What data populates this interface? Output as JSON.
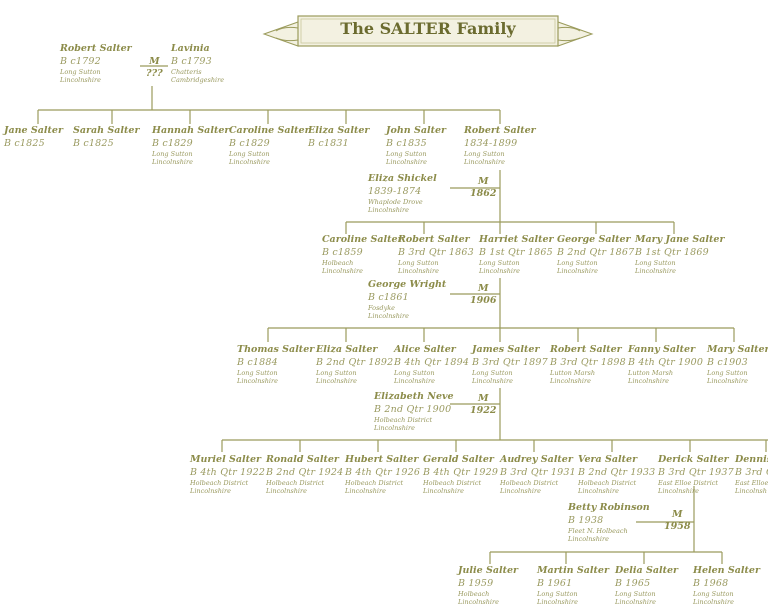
{
  "title": "The SALTER Family",
  "colors": {
    "line": "#9b9b5c",
    "text": "#8c8c4a",
    "banner_fill": "#f3f1e1",
    "banner_stroke": "#9b9b5c"
  },
  "couples": [
    {
      "id": "gen1",
      "marker": "M",
      "date": "???"
    },
    {
      "id": "gen2",
      "marker": "M",
      "date": "1862"
    },
    {
      "id": "gen3",
      "marker": "M",
      "date": "1906"
    },
    {
      "id": "gen4",
      "marker": "M",
      "date": "1922"
    },
    {
      "id": "gen5",
      "marker": "M",
      "date": "1958"
    }
  ],
  "people": [
    {
      "id": "p-robert-1792",
      "name": "Robert Salter",
      "date": "B c1792",
      "place": [
        "Long Sutton",
        "Lincolnshire"
      ]
    },
    {
      "id": "p-lavinia",
      "name": "Lavinia",
      "date": "B c1793",
      "place": [
        "Chatteris",
        "Cambridgeshire"
      ]
    },
    {
      "id": "p-jane",
      "name": "Jane Salter",
      "date": "B c1825",
      "place": []
    },
    {
      "id": "p-sarah",
      "name": "Sarah Salter",
      "date": "B c1825",
      "place": []
    },
    {
      "id": "p-hannah",
      "name": "Hannah Salter",
      "date": "B c1829",
      "place": [
        "Long Sutton",
        "Lincolnshire"
      ]
    },
    {
      "id": "p-caroline-1829",
      "name": "Caroline Salter",
      "date": "B c1829",
      "place": [
        "Long Sutton",
        "Lincolnshire"
      ]
    },
    {
      "id": "p-eliza-1831",
      "name": "Eliza Salter",
      "date": "B c1831",
      "place": []
    },
    {
      "id": "p-john",
      "name": "John Salter",
      "date": "B c1835",
      "place": [
        "Long Sutton",
        "Lincolnshire"
      ]
    },
    {
      "id": "p-robert-1834",
      "name": "Robert Salter",
      "date": "1834-1899",
      "place": [
        "Long Sutton",
        "Lincolnshire"
      ]
    },
    {
      "id": "p-eliza-shickel",
      "name": "Eliza Shickel",
      "date": "1839-1874",
      "place": [
        "Whaplode Drove",
        "Lincolnshire"
      ]
    },
    {
      "id": "p-caroline-1859",
      "name": "Caroline Salter",
      "date": "B c1859",
      "place": [
        "Holbeach",
        "Lincolnshire"
      ]
    },
    {
      "id": "p-robert-1863",
      "name": "Robert Salter",
      "date": "B 3rd Qtr 1863",
      "place": [
        "Long Sutton",
        "Lincolnshire"
      ]
    },
    {
      "id": "p-harriet",
      "name": "Harriet Salter",
      "date": "B 1st Qtr 1865",
      "place": [
        "Long Sutton",
        "Lincolnshire"
      ]
    },
    {
      "id": "p-george-1867",
      "name": "George Salter",
      "date": "B 2nd Qtr 1867",
      "place": [
        "Long Sutton",
        "Lincolnshire"
      ]
    },
    {
      "id": "p-maryjane",
      "name": "Mary Jane Salter",
      "date": "B 1st Qtr 1869",
      "place": [
        "Long Sutton",
        "Lincolnshire"
      ]
    },
    {
      "id": "p-george-wright",
      "name": "George Wright",
      "date": "B c1861",
      "place": [
        "Fosdyke",
        "Lincolnshire"
      ]
    },
    {
      "id": "p-thomas",
      "name": "Thomas Salter",
      "date": "B c1884",
      "place": [
        "Long Sutton",
        "Lincolnshire"
      ]
    },
    {
      "id": "p-eliza-1892",
      "name": "Eliza Salter",
      "date": "B 2nd Qtr 1892",
      "place": [
        "Long Sutton",
        "Lincolnshire"
      ]
    },
    {
      "id": "p-alice",
      "name": "Alice Salter",
      "date": "B 4th Qtr 1894",
      "place": [
        "Long Sutton",
        "Lincolnshire"
      ]
    },
    {
      "id": "p-james",
      "name": "James Salter",
      "date": "B 3rd Qtr 1897",
      "place": [
        "Long Sutton",
        "Lincolnshire"
      ]
    },
    {
      "id": "p-robert-1898",
      "name": "Robert Salter",
      "date": "B 3rd Qtr 1898",
      "place": [
        "Lutton Marsh",
        "Lincolnshire"
      ]
    },
    {
      "id": "p-fanny",
      "name": "Fanny Salter",
      "date": "B 4th Qtr 1900",
      "place": [
        "Lutton Marsh",
        "Lincolnshire"
      ]
    },
    {
      "id": "p-mary-1903",
      "name": "Mary Salter",
      "date": "B c1903",
      "place": [
        "Long Sutton",
        "Lincolnshire"
      ]
    },
    {
      "id": "p-elizabeth-neve",
      "name": "Elizabeth Neve",
      "date": "B 2nd Qtr 1900",
      "place": [
        "Holbeach District",
        "Lincolnshire"
      ]
    },
    {
      "id": "p-muriel",
      "name": "Muriel Salter",
      "date": "B 4th Qtr 1922",
      "place": [
        "Holbeach District",
        "Lincolnshire"
      ]
    },
    {
      "id": "p-ronald",
      "name": "Ronald Salter",
      "date": "B 2nd Qtr 1924",
      "place": [
        "Holbeach District",
        "Lincolnshire"
      ]
    },
    {
      "id": "p-hubert",
      "name": "Hubert Salter",
      "date": "B 4th Qtr 1926",
      "place": [
        "Holbeach District",
        "Lincolnshire"
      ]
    },
    {
      "id": "p-gerald",
      "name": "Gerald Salter",
      "date": "B 4th Qtr 1929",
      "place": [
        "Holbeach District",
        "Lincolnshire"
      ]
    },
    {
      "id": "p-audrey",
      "name": "Audrey Salter",
      "date": "B 3rd Qtr 1931",
      "place": [
        "Holbeach District",
        "Lincolnshire"
      ]
    },
    {
      "id": "p-vera",
      "name": "Vera Salter",
      "date": "B 2nd Qtr 1933",
      "place": [
        "Holbeach District",
        "Lincolnshire"
      ]
    },
    {
      "id": "p-derick",
      "name": "Derick Salter",
      "date": "B 3rd Qtr 1937",
      "place": [
        "East Elloe District",
        "Lincolnshire"
      ]
    },
    {
      "id": "p-dennis",
      "name": "Dennis",
      "date": "B 3rd Q",
      "place": [
        "East Elloe",
        "Lincolnsh"
      ]
    },
    {
      "id": "p-betty",
      "name": "Betty Robinson",
      "date": "B 1938",
      "place": [
        "Fleet N. Holbeach",
        "Lincolnshire"
      ]
    },
    {
      "id": "p-julie",
      "name": "Julie Salter",
      "date": "B 1959",
      "place": [
        "Holbeach",
        "Lincolnshire"
      ]
    },
    {
      "id": "p-martin",
      "name": "Martin Salter",
      "date": "B 1961",
      "place": [
        "Long Sutton",
        "Lincolnshire"
      ]
    },
    {
      "id": "p-delia",
      "name": "Delia Salter",
      "date": "B 1965",
      "place": [
        "Long Sutton",
        "Lincolnshire"
      ]
    },
    {
      "id": "p-helen",
      "name": "Helen Salter",
      "date": "B 1968",
      "place": [
        "Long Sutton",
        "Lincolnshire"
      ]
    }
  ]
}
